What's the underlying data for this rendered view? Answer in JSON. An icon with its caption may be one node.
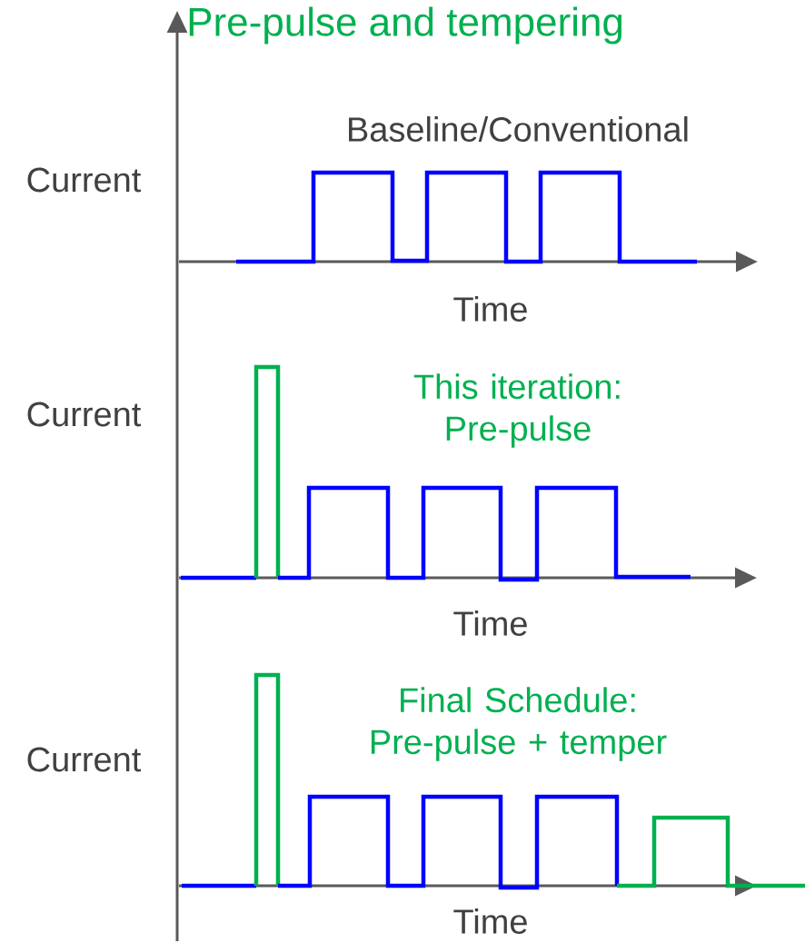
{
  "diagram": {
    "title": "Pre-pulse and tempering",
    "labels": [
      "Baseline/Conventional",
      "Current",
      "Time",
      "This iteration: Pre-pulse",
      "Current",
      "Time",
      "Final Schedule: Pre-pulse + temper",
      "Current",
      "Time"
    ]
  }
}
